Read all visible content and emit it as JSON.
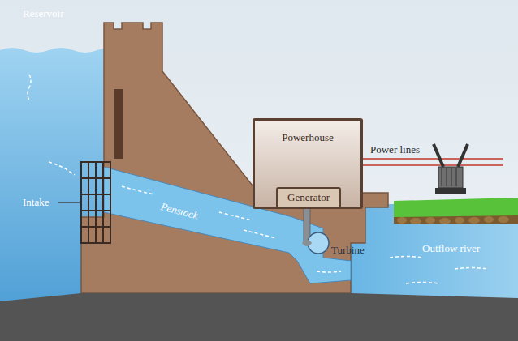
{
  "diagram": {
    "nodes": [
      {
        "text": [
          "Powerhouse"
        ]
      },
      {
        "text": [
          "Generator"
        ],
        "in": 0
      }
    ],
    "labels": [
      "Reservoir",
      "Intake",
      "Penstock",
      "Power lines",
      "Turbine",
      "Outflow river"
    ]
  }
}
